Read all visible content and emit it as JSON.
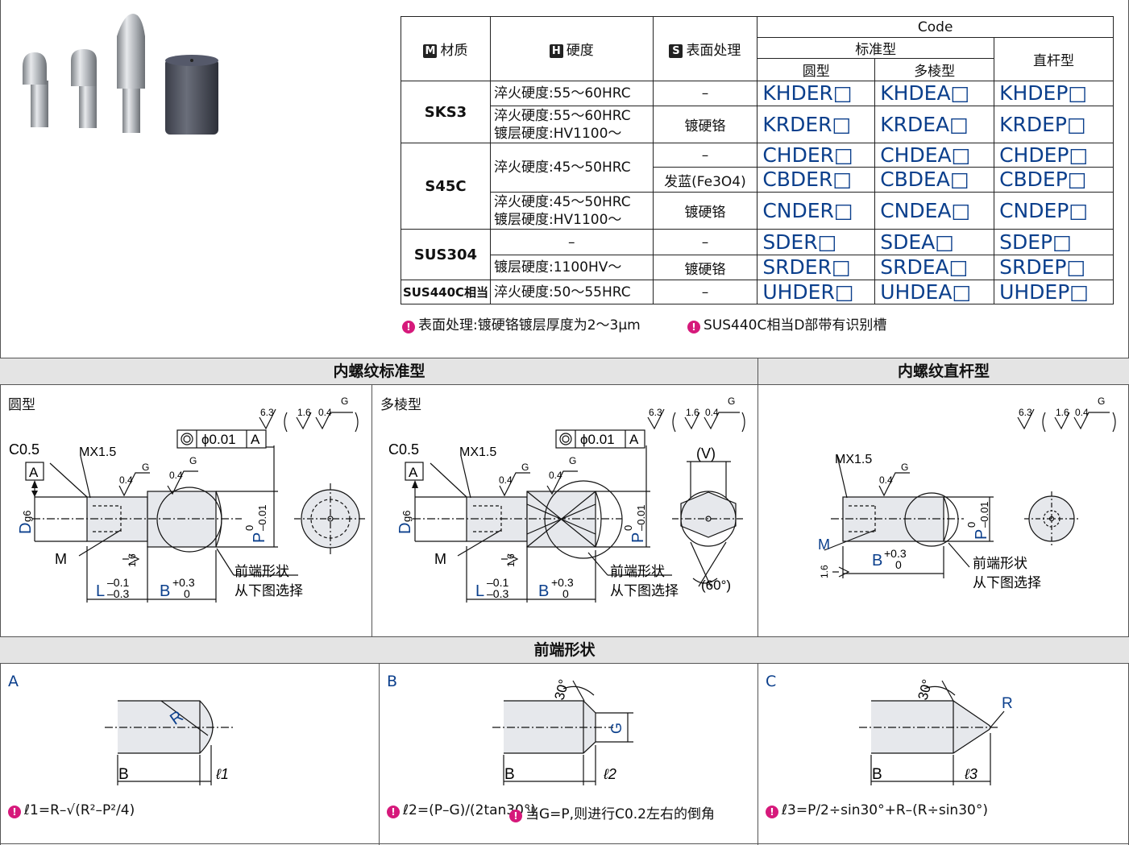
{
  "table": {
    "header": {
      "material": "材质",
      "material_tag": "M",
      "hardness": "硬度",
      "hardness_tag": "H",
      "surface": "表面处理",
      "surface_tag": "S",
      "code": "Code",
      "standard": "标准型",
      "round": "圆型",
      "multi": "多棱型",
      "straight": "直杆型"
    },
    "rows": [
      {
        "material": "SKS3",
        "hardness1": "淬火硬度:55～60HRC",
        "surface1": "–",
        "c1": "KHDER□",
        "c2": "KHDEA□",
        "c3": "KHDEP□"
      },
      {
        "hardness1": "淬火硬度:55～60HRC",
        "hardness2": "镀层硬度:HV1100～",
        "surface1": "镀硬铬",
        "c1": "KRDER□",
        "c2": "KRDEA□",
        "c3": "KRDEP□"
      },
      {
        "material": "S45C",
        "hardness1": "淬火硬度:45～50HRC",
        "surface1": "–",
        "c1": "CHDER□",
        "c2": "CHDEA□",
        "c3": "CHDEP□"
      },
      {
        "surface1": "发蓝(Fe3O4)",
        "c1": "CBDER□",
        "c2": "CBDEA□",
        "c3": "CBDEP□"
      },
      {
        "hardness1": "淬火硬度:45～50HRC",
        "hardness2": "镀层硬度:HV1100～",
        "surface1": "镀硬铬",
        "c1": "CNDER□",
        "c2": "CNDEA□",
        "c3": "CNDEP□"
      },
      {
        "material": "SUS304",
        "hardness1": "–",
        "surface1": "–",
        "c1": "SDER□",
        "c2": "SDEA□",
        "c3": "SDEP□"
      },
      {
        "hardness1": "镀层硬度:1100HV～",
        "surface1": "镀硬铬",
        "c1": "SRDER□",
        "c2": "SRDEA□",
        "c3": "SRDEP□"
      },
      {
        "material": "SUS440C相当",
        "hardness1": "淬火硬度:50～55HRC",
        "surface1": "–",
        "c1": "UHDER□",
        "c2": "UHDEA□",
        "c3": "UHDEP□"
      }
    ]
  },
  "notes": {
    "note1": "表面处理:镀硬铬镀层厚度为2～3μm",
    "note2": "SUS440C相当D部带有识别槽"
  },
  "sections": {
    "internal_standard": "内螺纹标准型",
    "internal_straight": "内螺纹直杆型",
    "round": "圆型",
    "multi": "多棱型",
    "tip_shape": "前端形状"
  },
  "drawing": {
    "c05": "C0.5",
    "mx15": "MX1.5",
    "datum_a": "A",
    "tolerance": "ϕ0.01",
    "tol_ref": "A",
    "r04": "0.4",
    "g": "G",
    "r16": "1.6",
    "r63": "6.3",
    "d_label": "D",
    "d_sub": "g6",
    "p_label": "P",
    "p_tol_up": "0",
    "p_tol_low": "–0.01",
    "m_label": "M",
    "l_label": "L",
    "l_tol_up": "–0.1",
    "l_tol_low": "–0.3",
    "b_label": "B",
    "b_tol_up": "+0.3",
    "b_tol_low": "0",
    "tip_note1": "前端形状",
    "tip_note2": "从下图选择",
    "v_label": "(V)",
    "angle60": "(60°)"
  },
  "tips": {
    "a": "A",
    "b": "B",
    "c": "C",
    "angle30": "30°",
    "r": "R",
    "g": "G",
    "bb": "B",
    "l1": "ℓ1",
    "l2": "ℓ2",
    "l3": "ℓ3",
    "formula_a": "ℓ1=R–√(R²–P²/4)",
    "formula_b": "ℓ2=(P–G)/(2tan30°)",
    "formula_b_note": "当G=P,则进行C0.2左右的倒角",
    "formula_c": "ℓ3=P/2÷sin30°+R–(R÷sin30°)"
  },
  "colors": {
    "accent_blue": "#0b3f8c",
    "bulb": "#d6197b",
    "section_bg": "#e4e4e4"
  }
}
